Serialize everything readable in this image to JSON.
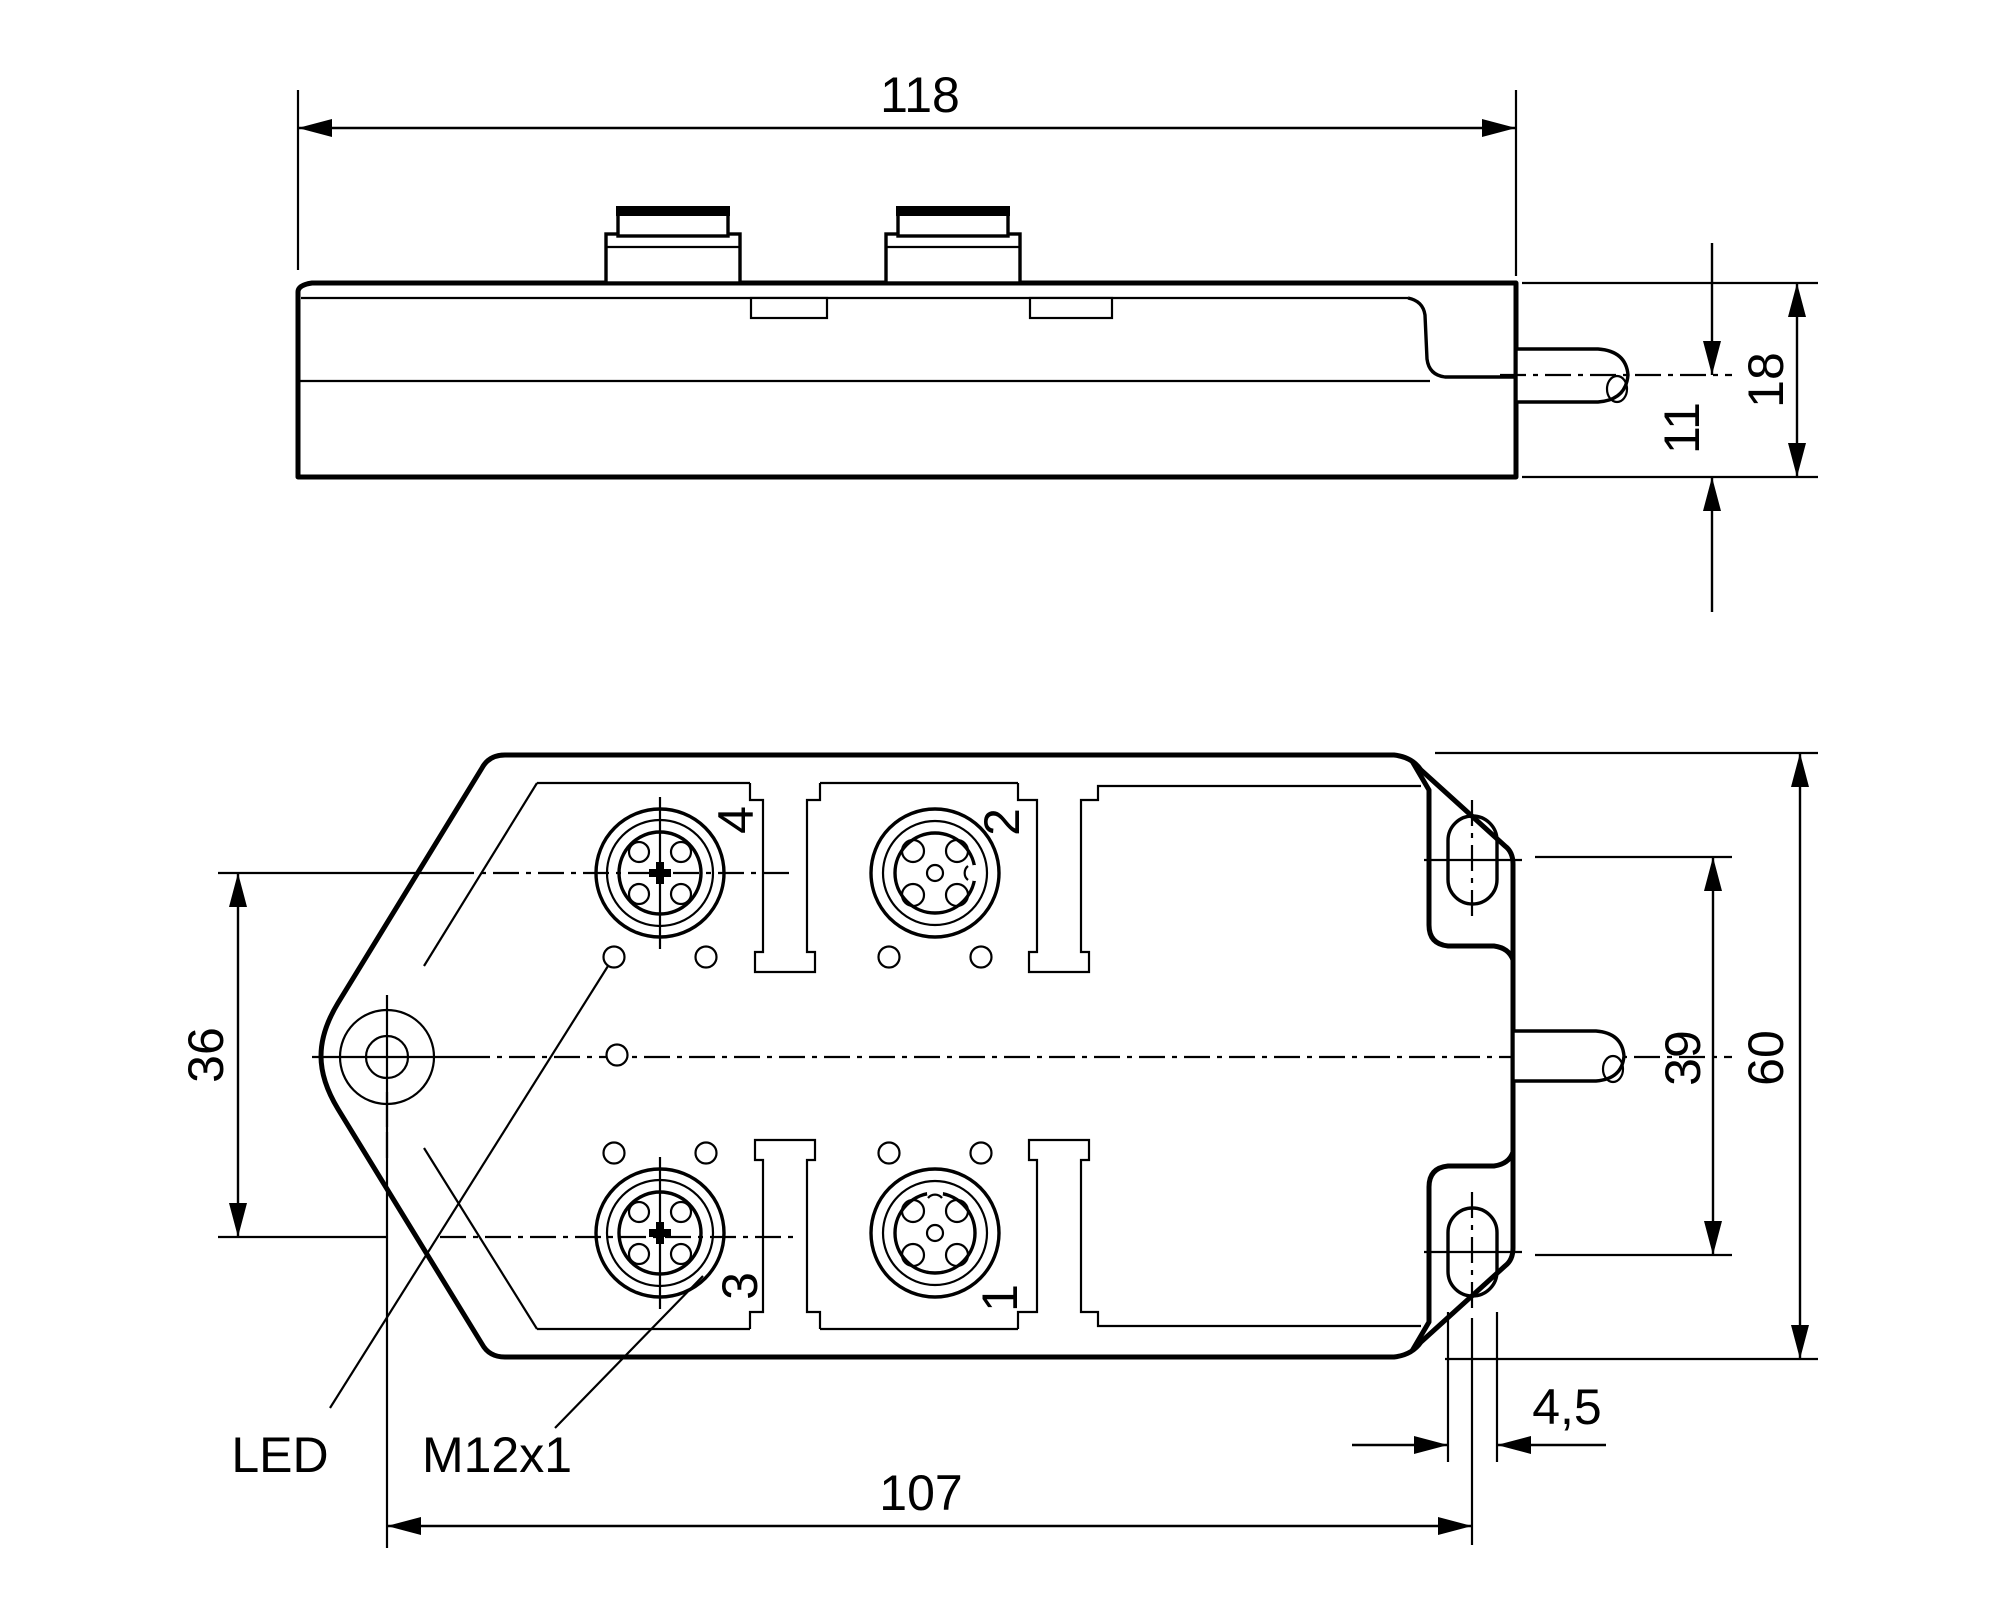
{
  "drawing": {
    "dims": {
      "d118": "118",
      "d18": "18",
      "d11": "11",
      "d36": "36",
      "d39": "39",
      "d60": "60",
      "d45": "4,5",
      "d107": "107"
    },
    "labels": {
      "led": "LED",
      "thread": "M12x1"
    },
    "ports": {
      "p4": "4",
      "p2": "2",
      "p3": "3",
      "p1": "1"
    },
    "colors": {
      "line": "#000000",
      "background": "#ffffff"
    }
  }
}
